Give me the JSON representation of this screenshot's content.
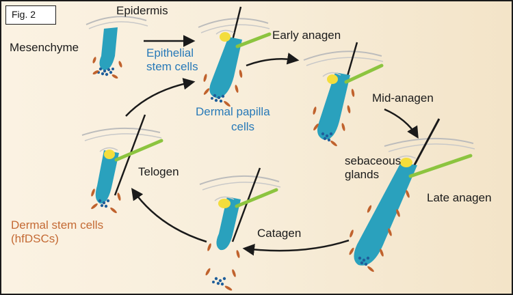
{
  "figure": {
    "label": "Fig. 2"
  },
  "labels": {
    "epidermis": "Epidermis",
    "mesenchyme": "Mesenchyme",
    "epithelial_stem_cells_1": "Epithelial",
    "epithelial_stem_cells_2": "stem cells",
    "dermal_papilla_1": "Dermal papilla",
    "dermal_papilla_2": "cells",
    "early_anagen": "Early anagen",
    "mid_anagen": "Mid-anagen",
    "sebaceous_1": "sebaceous",
    "sebaceous_2": "glands",
    "late_anagen": "Late anagen",
    "telogen": "Telogen",
    "catagen": "Catagen",
    "dermal_stem_cells_1": "Dermal stem cells",
    "dermal_stem_cells_2": "(hfDSCs)"
  },
  "colors": {
    "epithelium": "#2aa1bd",
    "epithelium_dark": "#1b7f9d",
    "papilla_dots": "#1f5e9a",
    "hair_shaft": "#1a1a1a",
    "green_sheath": "#8cc43f",
    "sebaceous_gland": "#f3dd3c",
    "dermal_sheath": "#c0622d",
    "label_blue": "#2779b8",
    "label_orange": "#c46a34",
    "arrow": "#1a1a1a"
  }
}
